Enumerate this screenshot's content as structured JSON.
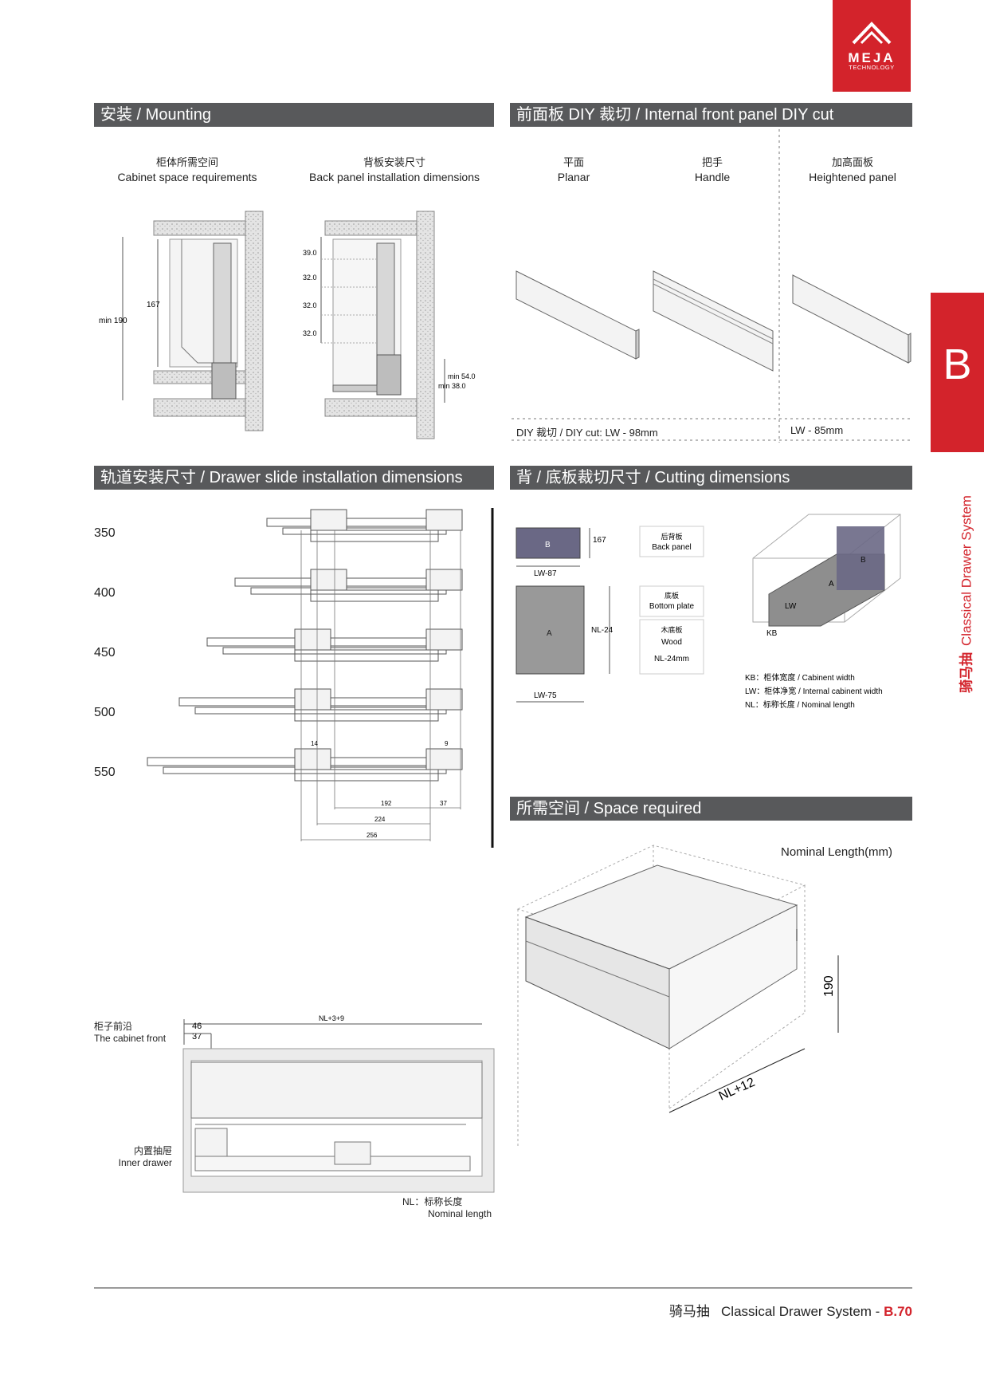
{
  "brand": {
    "name": "MEJA",
    "tagline": "TECHNOLOGY"
  },
  "side_tab": {
    "letter": "B",
    "label_zh": "骑马抽",
    "label_en": "Classical Drawer System"
  },
  "sections": {
    "mounting": {
      "title": "安装 / Mounting",
      "left_caption_zh": "柜体所需空间",
      "left_caption_en": "Cabinet space requirements",
      "right_caption_zh": "背板安装尺寸",
      "right_caption_en": "Back panel installation dimensions",
      "dims_left": [
        "min 190",
        "167"
      ],
      "dims_right": [
        "39.0",
        "32.0",
        "32.0",
        "32.0",
        "min 54.0",
        "min 38.0"
      ]
    },
    "front_panel": {
      "title": "前面板 DIY 裁切 / Internal front panel DIY cut",
      "panels": [
        {
          "zh": "平面",
          "en": "Planar"
        },
        {
          "zh": "把手",
          "en": "Handle"
        },
        {
          "zh": "加高面板",
          "en": "Heightened panel"
        }
      ],
      "cut_left": "DIY 裁切 /  DIY cut: LW - 98mm",
      "cut_right": "LW - 85mm"
    },
    "slide": {
      "title": "轨道安装尺寸 / Drawer slide installation dimensions",
      "lengths": [
        "350",
        "400",
        "450",
        "500",
        "550"
      ],
      "dims": [
        "14",
        "9",
        "192",
        "37",
        "224",
        "256"
      ]
    },
    "cutting": {
      "title": "背 / 底板裁切尺寸 / Cutting dimensions",
      "back_label": "B",
      "back_dim_h": "167",
      "back_dim_w": "LW-87",
      "bottom_label": "A",
      "bottom_dim_h": "NL-24",
      "bottom_dim_w": "LW-75",
      "back_panel_zh": "后背板",
      "back_panel_en": "Back panel",
      "bottom_plate_zh": "底板",
      "bottom_plate_en": "Bottom plate",
      "wood_zh": "木底板",
      "wood_en": "Wood",
      "wood_dim": "NL-24mm",
      "iso_a": "A",
      "iso_b": "B",
      "iso_lw": "LW",
      "iso_kb": "KB",
      "legend": [
        "KB：柜体宽度 / Cabinent width",
        "LW：柜体净宽 / Internal cabinent width",
        "NL：标称长度 / Nominal length"
      ]
    },
    "space": {
      "title": "所需空间 / Space required",
      "nominal": "Nominal Length(mm)",
      "dim_h": "190",
      "dim_nl": "NL+12"
    },
    "cabinet_front": {
      "front_zh": "柜子前沿",
      "front_en": "The cabinet front",
      "dim_total": "NL+3+9",
      "dim_46": "46",
      "dim_37": "37",
      "inner_zh": "内置抽屉",
      "inner_en": "Inner drawer",
      "nl_zh": "NL：标称长度",
      "nl_en": "Nominal length"
    }
  },
  "footer": {
    "zh": "骑马抽",
    "en": "Classical Drawer System - ",
    "page": "B.70"
  }
}
